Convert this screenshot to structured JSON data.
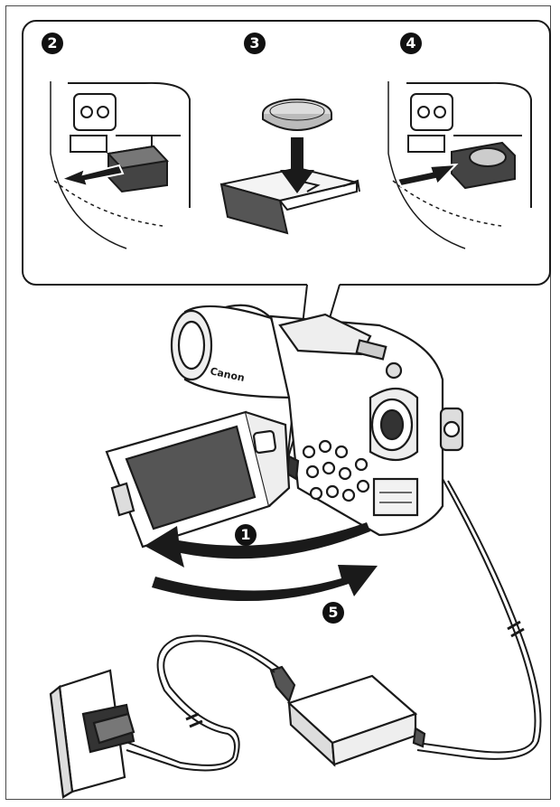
{
  "steps": {
    "open_screen": "1",
    "pull_out_holder": "2",
    "insert_battery": "3",
    "push_in_holder": "4",
    "close_screen": "5"
  },
  "brand_mark": "Canon",
  "icons": {
    "marker_style": "white digit in black circle",
    "arrow_style": "bold black arrows"
  },
  "colors": {
    "line": "#1a1a1a",
    "marker_bg": "#111111",
    "background": "#ffffff"
  }
}
